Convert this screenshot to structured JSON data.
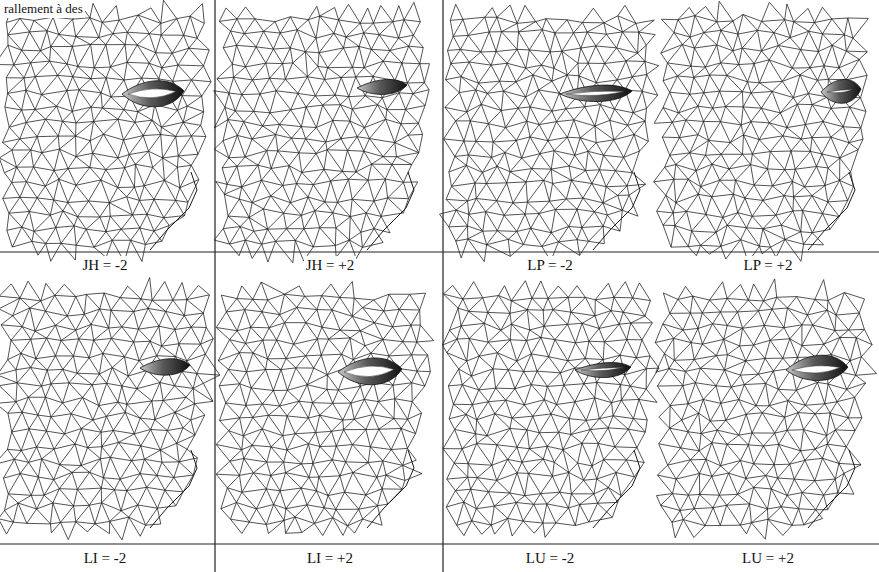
{
  "diagram": {
    "labels": [
      "rallement à des",
      "JH = -2",
      "JH = +2",
      "LP = -2",
      "LP = +2",
      "LI = -2",
      "LI = +2",
      "LU = -2",
      "LU = +2"
    ]
  }
}
